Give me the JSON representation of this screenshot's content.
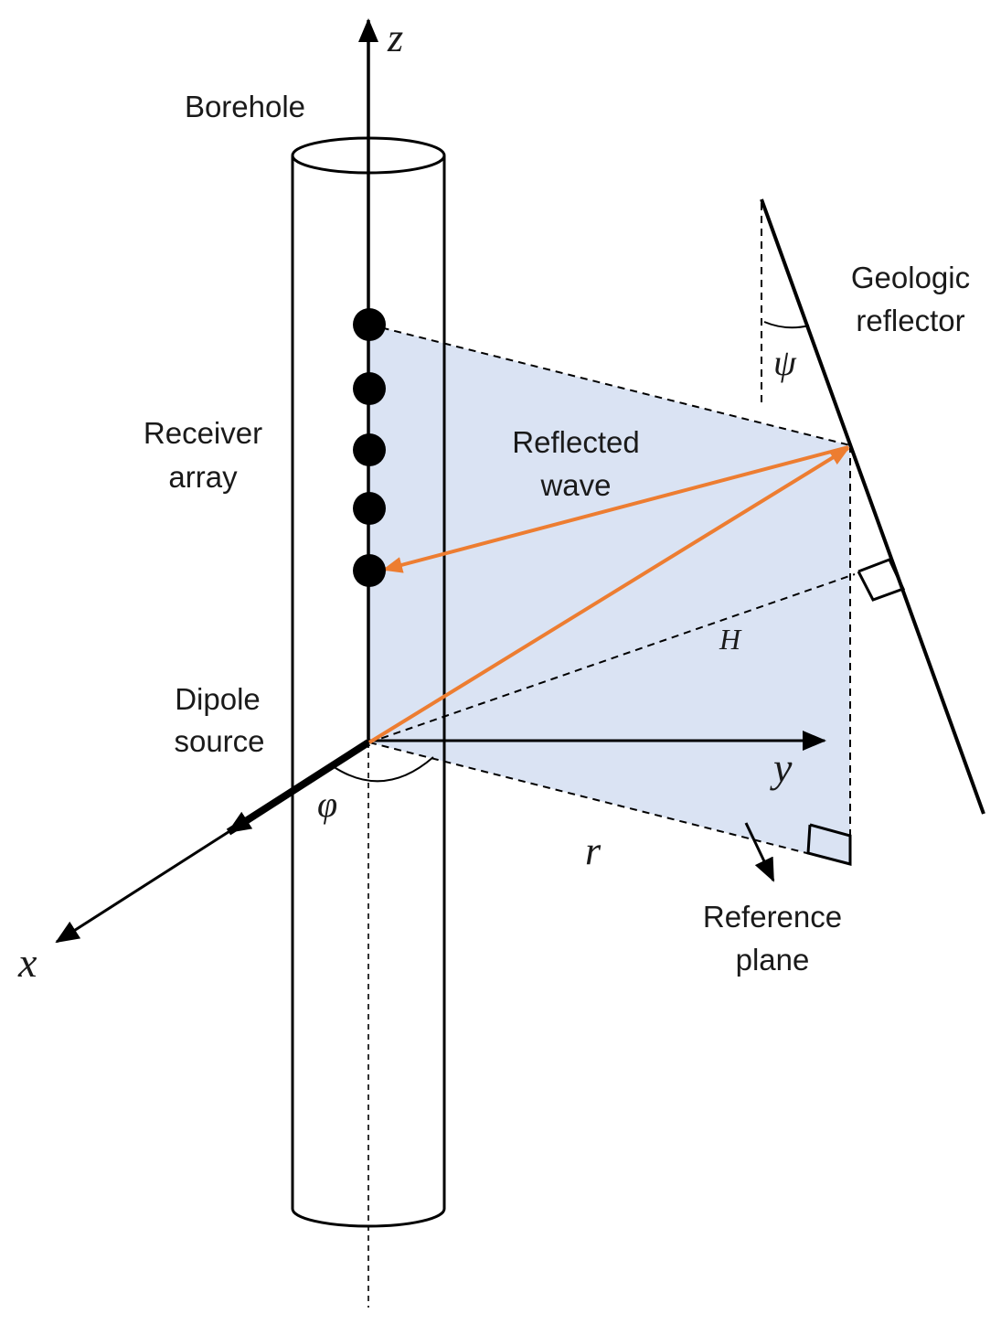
{
  "labels": {
    "borehole": "Borehole",
    "geologic_reflector_line1": "Geologic",
    "geologic_reflector_line2": "reflector",
    "receiver_array_line1": "Receiver",
    "receiver_array_line2": "array",
    "reflected_wave_line1": "Reflected",
    "reflected_wave_line2": "wave",
    "dipole_source_line1": "Dipole",
    "dipole_source_line2": "source",
    "reference_plane_line1": "Reference",
    "reference_plane_line2": "plane"
  },
  "symbols": {
    "z_axis": "z",
    "y_axis": "y",
    "x_axis": "x",
    "psi": "ψ",
    "phi": "φ",
    "H": "H",
    "r": "r"
  },
  "colors": {
    "wave": "#ED7D31",
    "plane_fill": "#DAE3F3",
    "line": "#000000"
  }
}
